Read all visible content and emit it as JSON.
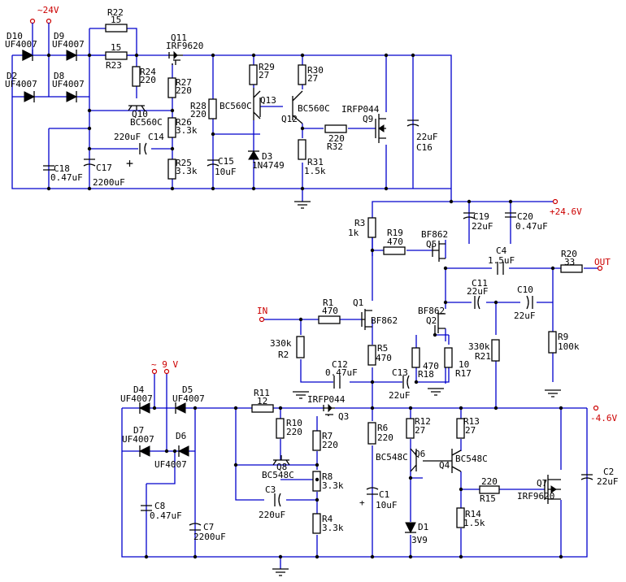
{
  "rails": {
    "v24_in": "~24V",
    "v9_in": "~ 9 V",
    "v24_6": "+24.6V",
    "v4_6": "-4.6V",
    "in_label": "IN",
    "out_label": "OUT",
    "polarity_plus": "+"
  },
  "components": {
    "D10": {
      "ref": "D10",
      "value": "UF4007"
    },
    "D9": {
      "ref": "D9",
      "value": "UF4007"
    },
    "D2": {
      "ref": "D2",
      "value": "UF4007"
    },
    "D8": {
      "ref": "D8",
      "value": "UF4007"
    },
    "R22": {
      "ref": "R22",
      "value": "15"
    },
    "R23": {
      "ref": "R23",
      "value": "15"
    },
    "R24": {
      "ref": "R24",
      "value": "220"
    },
    "Q11": {
      "ref": "Q11",
      "value": "IRF9620"
    },
    "R27": {
      "ref": "R27",
      "value": "220"
    },
    "Q10": {
      "ref": "Q10",
      "value": "BC560C"
    },
    "R26": {
      "ref": "R26",
      "value": "3.3k"
    },
    "C14": {
      "ref": "C14",
      "value": "220uF"
    },
    "R25": {
      "ref": "R25",
      "value": "3.3k"
    },
    "C18": {
      "ref": "C18",
      "value": "0.47uF"
    },
    "C17": {
      "ref": "C17",
      "value": "2200uF"
    },
    "R28": {
      "ref": "R28",
      "value": "220"
    },
    "Q13": {
      "ref": "Q13",
      "value": "BC560C"
    },
    "C15": {
      "ref": "C15",
      "value": "10uF"
    },
    "D3": {
      "ref": "D3",
      "value": "1N4749"
    },
    "R29": {
      "ref": "R29",
      "value": "27"
    },
    "R30": {
      "ref": "R30",
      "value": "27"
    },
    "Q12": {
      "ref": "Q12",
      "value": "BC560C"
    },
    "R31": {
      "ref": "R31",
      "value": "1.5k"
    },
    "R32": {
      "ref": "R32",
      "value": "220"
    },
    "Q9": {
      "ref": "Q9",
      "value": "IRFP044"
    },
    "C16": {
      "ref": "C16",
      "value": "22uF"
    },
    "C19": {
      "ref": "C19",
      "value": "22uF"
    },
    "C20": {
      "ref": "C20",
      "value": "0.47uF"
    },
    "R3": {
      "ref": "R3",
      "value": "1k"
    },
    "R19": {
      "ref": "R19",
      "value": "470"
    },
    "Q5": {
      "ref": "Q5",
      "value": "BF862"
    },
    "C4": {
      "ref": "C4",
      "value": "1.5uF"
    },
    "R20": {
      "ref": "R20",
      "value": "33"
    },
    "C11": {
      "ref": "C11",
      "value": "22uF"
    },
    "C10": {
      "ref": "C10",
      "value": "22uF"
    },
    "R1": {
      "ref": "R1",
      "value": "470"
    },
    "Q1": {
      "ref": "Q1",
      "value": "BF862"
    },
    "Q2": {
      "ref": "Q2",
      "value": "BF862"
    },
    "R2": {
      "ref": "R2",
      "value": "330k"
    },
    "R5": {
      "ref": "R5",
      "value": "470"
    },
    "R18": {
      "ref": "R18",
      "value": "470"
    },
    "R17": {
      "ref": "R17",
      "value": "10"
    },
    "R21": {
      "ref": "R21",
      "value": "330k"
    },
    "R9": {
      "ref": "R9",
      "value": "100k"
    },
    "C12": {
      "ref": "C12",
      "value": "0.47uF"
    },
    "C13": {
      "ref": "C13",
      "value": "22uF"
    },
    "D4": {
      "ref": "D4",
      "value": "UF4007"
    },
    "D5": {
      "ref": "D5",
      "value": "UF4007"
    },
    "D7": {
      "ref": "D7",
      "value": "UF4007"
    },
    "D6": {
      "ref": "D6",
      "value": "UF4007"
    },
    "R11": {
      "ref": "R11",
      "value": "12"
    },
    "Q3": {
      "ref": "Q3",
      "value": "IRFP044"
    },
    "R10": {
      "ref": "R10",
      "value": "220"
    },
    "R7": {
      "ref": "R7",
      "value": "220"
    },
    "Q8": {
      "ref": "Q8",
      "value": "BC548C"
    },
    "R8": {
      "ref": "R8",
      "value": "3.3k"
    },
    "C3": {
      "ref": "C3",
      "value": "220uF"
    },
    "R4": {
      "ref": "R4",
      "value": "3.3k"
    },
    "C8": {
      "ref": "C8",
      "value": "0.47uF"
    },
    "C7": {
      "ref": "C7",
      "value": "2200uF"
    },
    "R6": {
      "ref": "R6",
      "value": "220"
    },
    "R12": {
      "ref": "R12",
      "value": "27"
    },
    "R13": {
      "ref": "R13",
      "value": "27"
    },
    "Q6": {
      "ref": "Q6",
      "value": "BC548C"
    },
    "Q4": {
      "ref": "Q4",
      "value": "BC548C"
    },
    "C1": {
      "ref": "C1",
      "value": "10uF"
    },
    "D1": {
      "ref": "D1",
      "value": "3V9"
    },
    "R15": {
      "ref": "R15",
      "value": "220"
    },
    "R14": {
      "ref": "R14",
      "value": "1.5k"
    },
    "Q7": {
      "ref": "Q7",
      "value": "IRF9620"
    },
    "C2": {
      "ref": "C2",
      "value": "22uF"
    }
  }
}
